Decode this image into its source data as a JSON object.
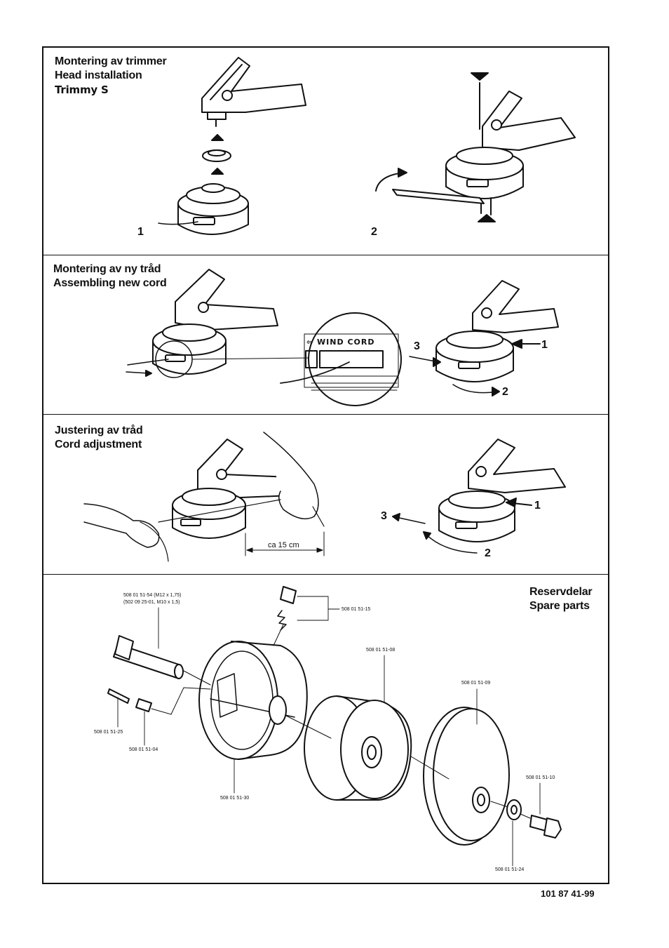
{
  "sections": {
    "head_installation": {
      "title_sv": "Montering av trimmer",
      "title_en": "Head installation",
      "model": "Trimmy S",
      "steps": [
        "1",
        "2"
      ]
    },
    "new_cord": {
      "title_sv": "Montering av ny tråd",
      "title_en": "Assembling new cord",
      "inset_label": "WIND CORD",
      "callouts": [
        "3",
        "1",
        "2"
      ]
    },
    "cord_adjustment": {
      "title_sv": "Justering av tråd",
      "title_en": "Cord adjustment",
      "measure": "ca 15 cm",
      "callouts": [
        "3",
        "1",
        "2"
      ]
    },
    "spare_parts": {
      "title_sv": "Reservdelar",
      "title_en": "Spare parts",
      "parts": {
        "adapter_line1": "508 01 51-54 (M12 x 1,75)",
        "adapter_line2": "(502 09 25-01, M10 x 1,5)",
        "button_spring": "508 01 51-15",
        "spool": "508 01 51-08",
        "cover": "508 01 51-09",
        "bolt": "508 01 51-10",
        "washer": "508 01 51-24",
        "pin": "508 01 51-25",
        "sleeve": "508 01 51-04",
        "housing": "508 01 51-30"
      }
    }
  },
  "document_number": "101 87 41-99"
}
